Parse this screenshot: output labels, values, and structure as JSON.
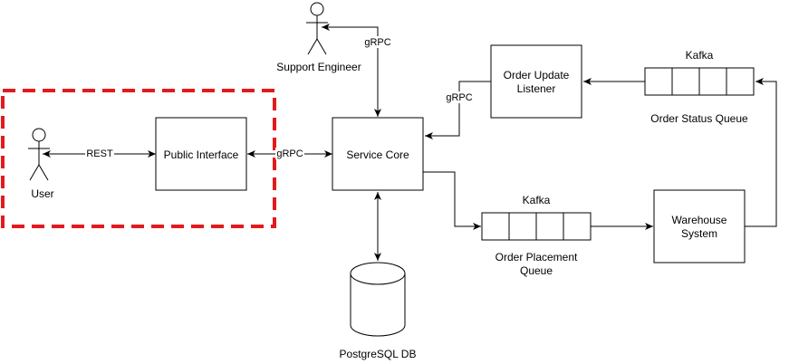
{
  "diagram": {
    "highlight_color": "#e31a1c",
    "nodes": {
      "user": {
        "label": "User",
        "shape": "actor"
      },
      "support_engineer": {
        "label": "Support Engineer",
        "shape": "actor"
      },
      "public_interface": {
        "label": "Public Interface",
        "shape": "box"
      },
      "service_core": {
        "label": "Service Core",
        "shape": "box"
      },
      "order_update_listener": {
        "label_line1": "Order Update",
        "label_line2": "Listener",
        "shape": "box"
      },
      "warehouse_system": {
        "label_line1": "Warehouse",
        "label_line2": "System",
        "shape": "box"
      },
      "postgres": {
        "label": "PostgreSQL DB",
        "shape": "cylinder"
      },
      "order_placement_queue": {
        "tech": "Kafka",
        "label_line1": "Order Placement",
        "label_line2": "Queue",
        "shape": "queue"
      },
      "order_status_queue": {
        "tech": "Kafka",
        "label": "Order Status Queue",
        "shape": "queue"
      }
    },
    "edges": {
      "user_public": {
        "label": "REST",
        "from": "User",
        "to": "Public Interface",
        "direction": "both"
      },
      "public_core": {
        "label": "gRPC",
        "from": "Public Interface",
        "to": "Service Core",
        "direction": "both"
      },
      "core_support": {
        "label": "gRPC",
        "from": "Service Core",
        "to": "Support Engineer",
        "direction": "both"
      },
      "listener_core": {
        "label": "gRPC",
        "from": "Order Update Listener",
        "to": "Service Core",
        "direction": "forward"
      },
      "core_db": {
        "label": "",
        "from": "Service Core",
        "to": "PostgreSQL DB",
        "direction": "both"
      },
      "core_placement": {
        "label": "",
        "from": "Service Core",
        "to": "Order Placement Queue",
        "direction": "forward"
      },
      "placement_warehouse": {
        "label": "",
        "from": "Order Placement Queue",
        "to": "Warehouse System",
        "direction": "forward"
      },
      "warehouse_status": {
        "label": "",
        "from": "Warehouse System",
        "to": "Order Status Queue",
        "direction": "forward"
      },
      "status_listener": {
        "label": "",
        "from": "Order Status Queue",
        "to": "Order Update Listener",
        "direction": "forward"
      }
    }
  }
}
